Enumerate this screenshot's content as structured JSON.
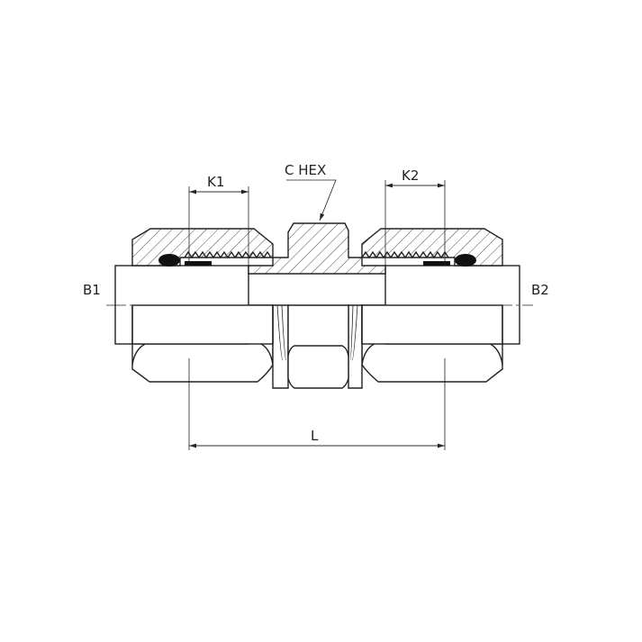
{
  "labels": {
    "k1": "K1",
    "k2": "K2",
    "c_hex": "C HEX",
    "b1": "B1",
    "b2": "B2",
    "l": "L"
  },
  "colors": {
    "line": "#222222",
    "background": "#ffffff"
  }
}
